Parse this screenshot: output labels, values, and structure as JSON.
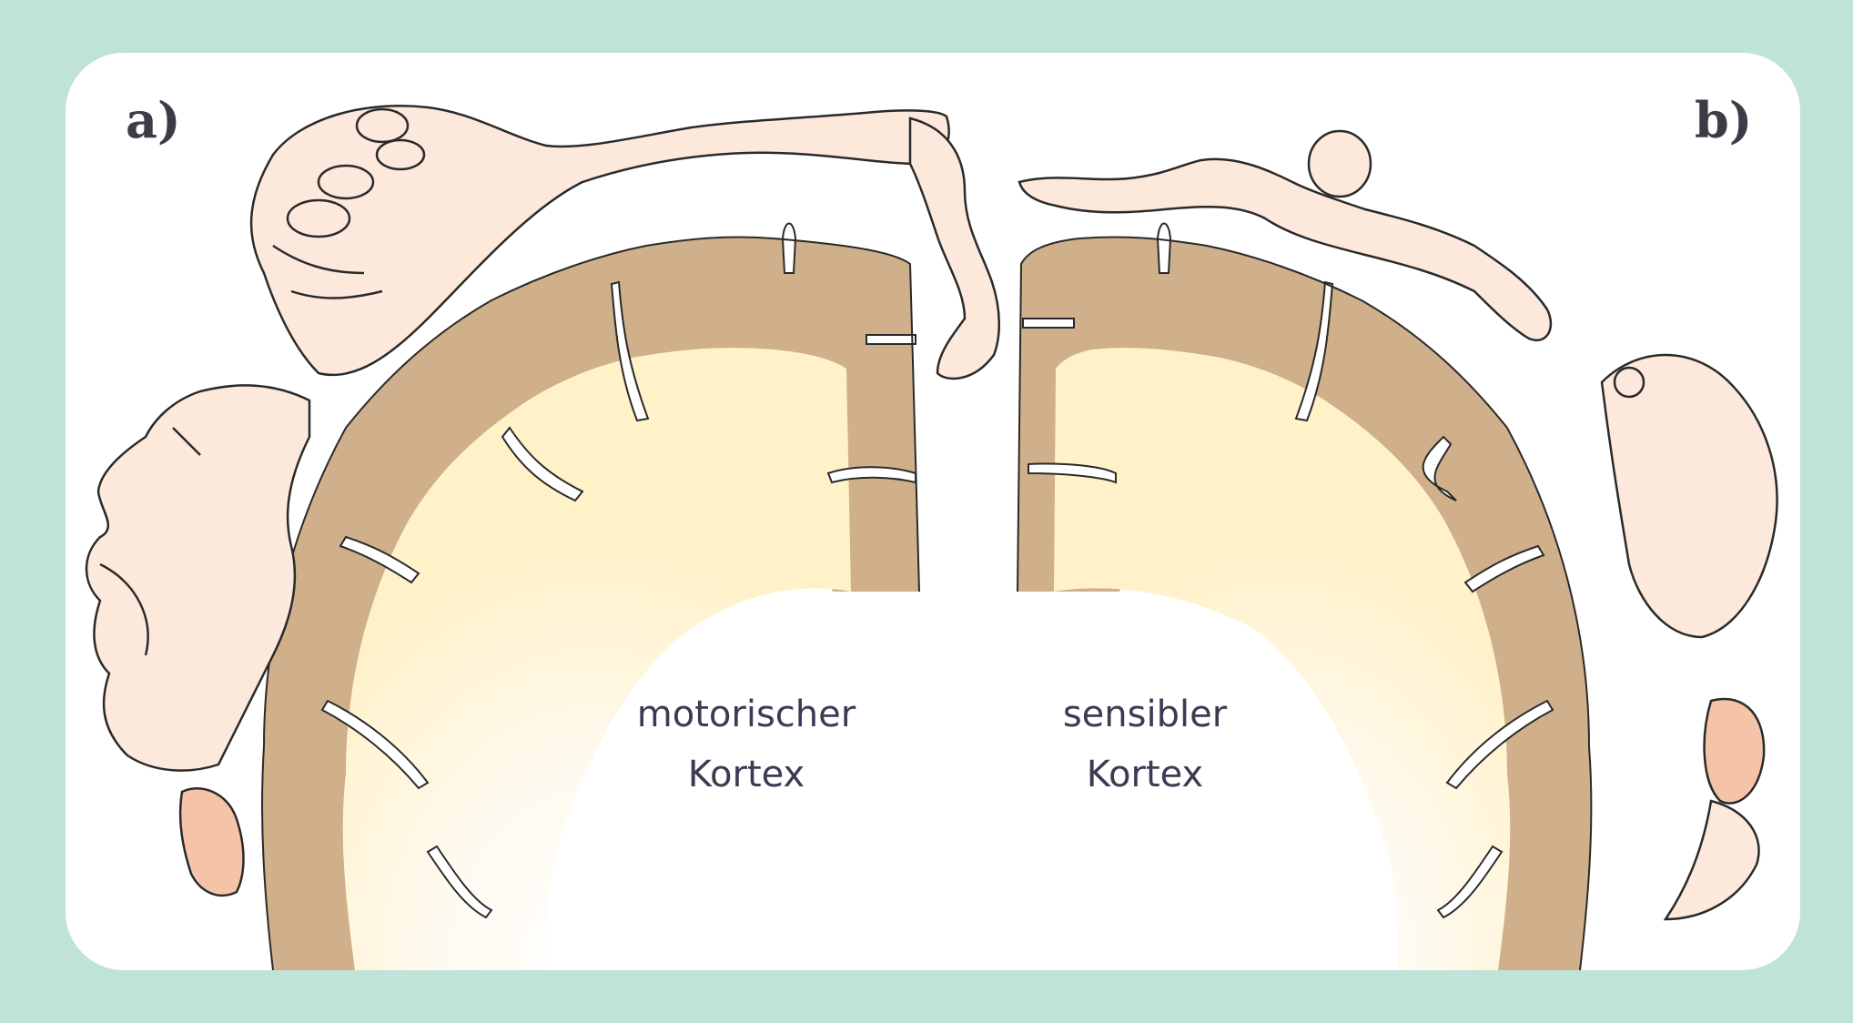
{
  "panels": {
    "left": {
      "label": "a)",
      "caption_line1": "motorischer",
      "caption_line2": "Kortex"
    },
    "right": {
      "label": "b)",
      "caption_line1": "sensibler",
      "caption_line2": "Kortex"
    }
  },
  "colors": {
    "frame": "#bfe3d8",
    "panel": "#ffffff",
    "gray_matter": "#cfb08a",
    "white_matter": "#fff3cf",
    "homunculus_skin": "#fde8dc",
    "outline": "#2a2a2a",
    "text": "#3b3b54"
  }
}
